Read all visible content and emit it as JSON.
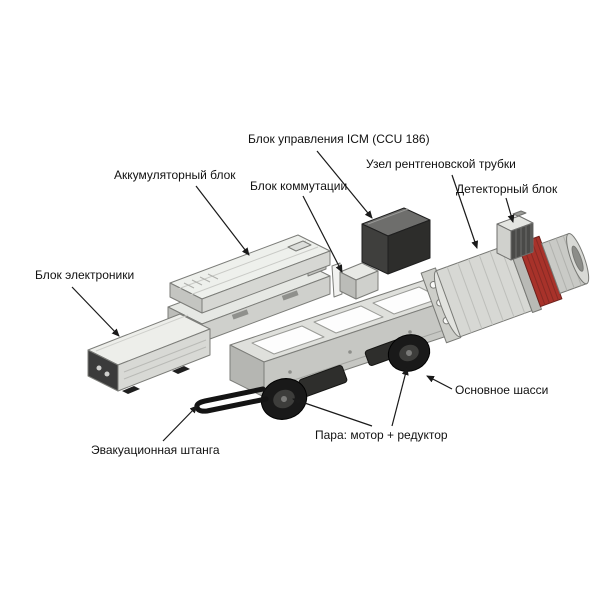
{
  "labels": {
    "icm_control_unit": {
      "text": "Блок управления ICM (CCU 186)"
    },
    "battery_unit": {
      "text": "Аккумуляторный блок"
    },
    "switching_unit": {
      "text": "Блок коммутации"
    },
    "xray_tube_assembly": {
      "text": "Узел рентгеновской трубки"
    },
    "detector_unit": {
      "text": "Детекторный блок"
    },
    "electronics_unit": {
      "text": "Блок электроники"
    },
    "main_chassis": {
      "text": "Основное шасси"
    },
    "motor_gearbox_pair": {
      "text": "Пара: мотор + редуктор"
    },
    "evacuation_rod": {
      "text": "Эвакуационная штанга"
    }
  },
  "colors": {
    "background": "#ffffff",
    "label_text": "#111111",
    "arrow": "#1a1a1a",
    "coil_red": "#a8322a",
    "dark_box_face": "#2d2d2b",
    "metal_light": "#ecedea",
    "metal_mid": "#cfd0cc",
    "metal_dark": "#a9aaa6",
    "wheel_black": "#191919"
  }
}
